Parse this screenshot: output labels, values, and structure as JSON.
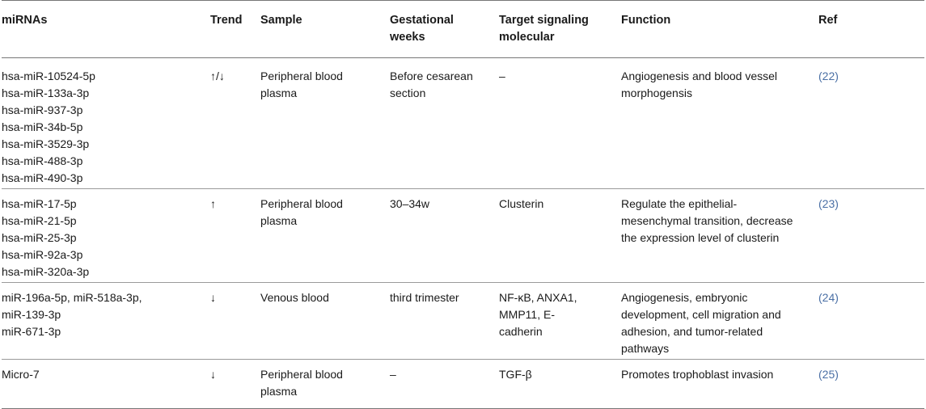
{
  "headers": {
    "mirnas": "miRNAs",
    "trend": "Trend",
    "sample": "Sample",
    "gestational": "Gestational weeks",
    "target": "Target signaling molecular",
    "function": "Function",
    "ref": "Ref"
  },
  "rows": [
    {
      "mirnas": [
        "hsa-miR-10524-5p",
        "hsa-miR-133a-3p",
        "hsa-miR-937-3p",
        "hsa-miR-34b-5p",
        "hsa-miR-3529-3p",
        "hsa-miR-488-3p",
        "hsa-miR-490-3p"
      ],
      "trend": "↑/↓",
      "sample": "Peripheral blood plasma",
      "gestational": "Before cesarean section",
      "target": "–",
      "function": "Angiogenesis and blood vessel morphogensis",
      "ref": "(22)"
    },
    {
      "mirnas": [
        "hsa-miR-17-5p",
        "hsa-miR-21-5p",
        "hsa-miR-25-3p",
        "hsa-miR-92a-3p",
        "hsa-miR-320a-3p"
      ],
      "trend": "↑",
      "sample": "Peripheral blood plasma",
      "gestational": "30–34w",
      "target": "Clusterin",
      "function": "Regulate the epithelial-mesenchymal transition, decrease the expression level of clusterin",
      "ref": "(23)"
    },
    {
      "mirnas": [
        "miR-196a-5p, miR-518a-3p,",
        "miR-139-3p",
        "miR-671-3p"
      ],
      "trend": "↓",
      "sample": "Venous blood",
      "gestational": "third trimester",
      "target": "NF-κB, ANXA1, MMP11, E-cadherin",
      "function": " Angiogenesis, embryonic development, cell migration and adhesion, and tumor-related pathways",
      "ref": "(24)"
    },
    {
      "mirnas": [
        "Micro-7"
      ],
      "trend": "↓",
      "sample": "Peripheral blood plasma",
      "gestational": "–",
      "target": "TGF-β",
      "function": "Promotes trophoblast invasion",
      "ref": "(25)"
    }
  ]
}
